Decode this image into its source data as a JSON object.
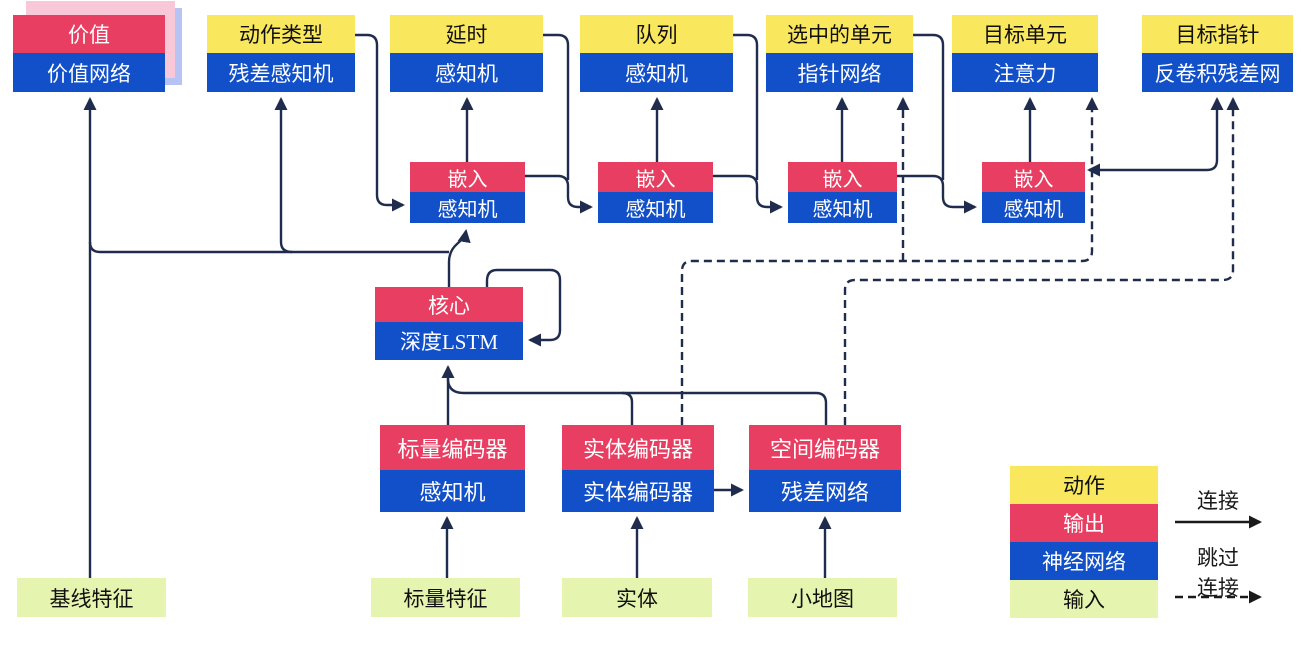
{
  "colors": {
    "action_yellow": "#f9e75e",
    "output_red": "#e73e62",
    "network_blue": "#1150c8",
    "input_green": "#e5f5af",
    "line_navy": "#202c4e",
    "shadow_pink": "#f8c8d8",
    "shadow_blue": "#b7c3f3",
    "legend_arrow_black": "#1a1a1a"
  },
  "nodes": {
    "value": {
      "output": "价值",
      "network": "价值网络"
    },
    "action_type": {
      "action": "动作类型",
      "network": "残差感知机"
    },
    "delay": {
      "action": "延时",
      "network": "感知机"
    },
    "queue": {
      "action": "队列",
      "network": "感知机"
    },
    "selected_units": {
      "action": "选中的单元",
      "network": "指针网络"
    },
    "target_unit": {
      "action": "目标单元",
      "network": "注意力"
    },
    "target_pointer": {
      "action": "目标指针",
      "network": "反卷积残差网"
    },
    "embed_1": {
      "output": "嵌入",
      "network": "感知机"
    },
    "embed_2": {
      "output": "嵌入",
      "network": "感知机"
    },
    "embed_3": {
      "output": "嵌入",
      "network": "感知机"
    },
    "embed_4": {
      "output": "嵌入",
      "network": "感知机"
    },
    "core": {
      "output": "核心",
      "network": "深度LSTM"
    },
    "scalar_encoder": {
      "output": "标量编码器",
      "network": "感知机"
    },
    "entity_encoder": {
      "output": "实体编码器",
      "network": "实体编码器"
    },
    "spatial_encoder": {
      "output": "空间编码器",
      "network": "残差网络"
    },
    "baseline_features": {
      "input": "基线特征"
    },
    "scalar_features": {
      "input": "标量特征"
    },
    "entities": {
      "input": "实体"
    },
    "minimap": {
      "input": "小地图"
    }
  },
  "legend": {
    "action": "动作",
    "output": "输出",
    "network": "神经网络",
    "input": "输入",
    "connection": "连接",
    "skip_line1": "跳过",
    "skip_line2": "连接"
  }
}
